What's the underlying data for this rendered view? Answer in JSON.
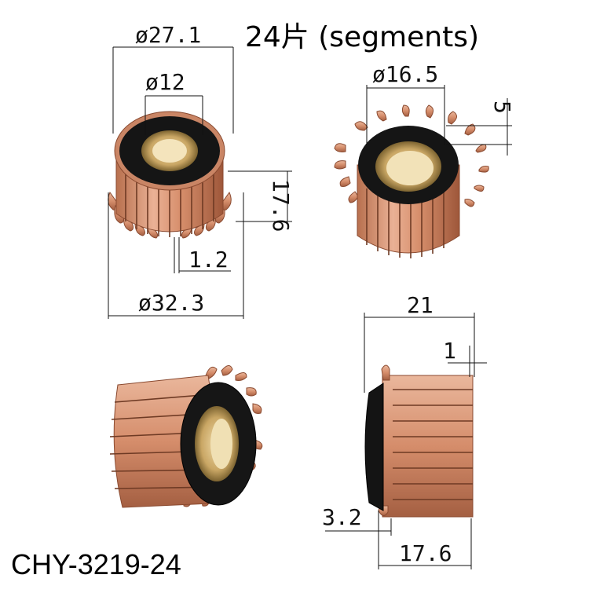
{
  "title": "24片 (segments)",
  "model": "CHY-3219-24",
  "dimensions": {
    "outer_top_diameter": "ø27.1",
    "inner_diameter": "ø12",
    "height_segment": "17.6",
    "slot_width": "1.2",
    "outer_diameter": "ø32.3",
    "bore_diameter": "ø16.5",
    "hook_offset": "5",
    "total_length": "21",
    "lip": "1",
    "hook_length": "3.2",
    "segment_length": "17.6"
  },
  "colors": {
    "copper": "#d9906c",
    "copper_dark": "#a85e40",
    "copper_light": "#f1c0a4",
    "insulator": "#1a1a1a",
    "bushing": "#c9a664"
  }
}
